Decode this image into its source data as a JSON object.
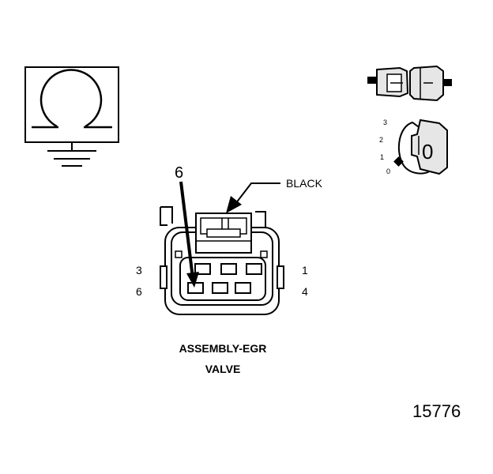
{
  "connector": {
    "color_label": "BLACK",
    "pointer_pin": "6",
    "pin_labels": {
      "top_left": "3",
      "bottom_left": "6",
      "top_right": "1",
      "bottom_right": "4"
    },
    "name_line1": "ASSEMBLY-EGR",
    "name_line2": "VALVE"
  },
  "meter_scale": {
    "marks": [
      "3",
      "2",
      "1",
      "0"
    ],
    "dial_value": "0"
  },
  "figure_number": "15776",
  "colors": {
    "ink": "#000000",
    "background": "#ffffff",
    "fill_gray": "#e6e6e6"
  }
}
